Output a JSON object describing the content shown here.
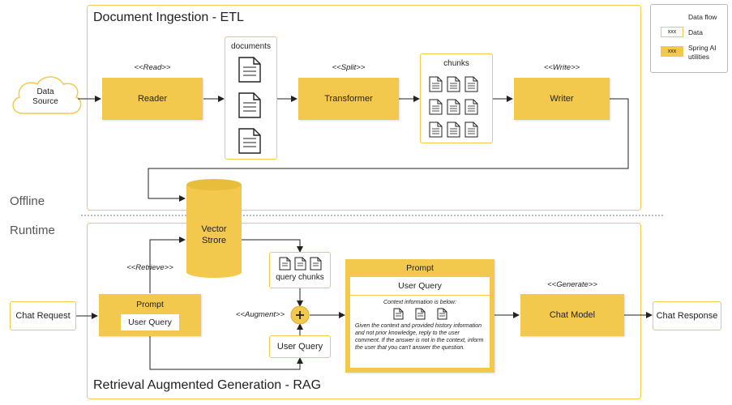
{
  "etl": {
    "title": "Document Ingestion - ETL",
    "data_source": [
      "Data",
      "Source"
    ],
    "read_label": "<<Read>>",
    "reader": "Reader",
    "documents": "documents",
    "split_label": "<<Split>>",
    "transformer": "Transformer",
    "chunks": "chunks",
    "write_label": "<<Write>>",
    "writer": "Writer"
  },
  "phases": {
    "offline": "Offline",
    "runtime": "Runtime"
  },
  "vector_store": [
    "Vector",
    "Strore"
  ],
  "rag": {
    "title": "Retrieval Augmented Generation - RAG",
    "chat_request": "Chat Request",
    "retrieve_label": "<<Retrieve>>",
    "prompt_left_title": "Prompt",
    "user_query_left": "User Query",
    "query_chunks": "query chunks",
    "augment_label": "<<Augment>>",
    "user_query_mid": "User Query",
    "prompt_right_title": "Prompt",
    "user_query_right": "User Query",
    "context_info": "Context information is below:",
    "prompt_instructions": "Given the context and provided history information and not prior knowledge, reply to the user comment. If the answer is not in the context, inform the user that you can't answer the question.",
    "generate_label": "<<Generate>>",
    "chat_model": "Chat Model",
    "chat_response": "Chat Response"
  },
  "legend": {
    "data_flow": "Data flow",
    "data_sample": "xxx",
    "data": "Data",
    "util_sample": "xxx",
    "spring_ai_utilities": [
      "Spring AI",
      "utilities"
    ]
  },
  "colors": {
    "accent": "#f2c94c",
    "border": "#f2c94c",
    "text": "#222222"
  },
  "icons": [
    "document-icon",
    "cloud-icon",
    "plus-icon",
    "arrow-icon"
  ]
}
